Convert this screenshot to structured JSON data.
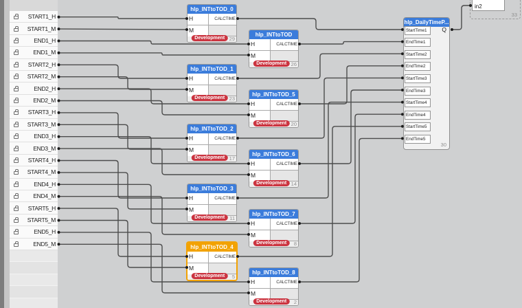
{
  "left_panel": {
    "rows": [
      "START1_H",
      "START1_M",
      "END1_H",
      "END1_M",
      "START2_H",
      "START2_M",
      "END2_H",
      "END2_M",
      "START3_H",
      "START3_M",
      "END3_H",
      "END3_M",
      "START4_H",
      "START4_M",
      "END4_H",
      "END4_M",
      "START5_H",
      "START5_M",
      "END5_H",
      "END5_M"
    ],
    "row_icon": "lock-icon"
  },
  "blocks": [
    {
      "title": "hlp_INTtoTOD_0",
      "input_h": "H",
      "input_m": "M",
      "output": "CALCTIME",
      "badge": "Development",
      "order": "29",
      "state": "normal"
    },
    {
      "title": "hlp_INTtoTOD",
      "input_h": "H",
      "input_m": "M",
      "output": "CALCTIME",
      "badge": "Development",
      "order": "26",
      "state": "normal"
    },
    {
      "title": "hlp_INTtoTOD_1",
      "input_h": "H",
      "input_m": "M",
      "output": "CALCTIME",
      "badge": "Development",
      "order": "23",
      "state": "normal"
    },
    {
      "title": "hlp_INTtoTOD_5",
      "input_h": "H",
      "input_m": "M",
      "output": "CALCTIME",
      "badge": "Development",
      "order": "20",
      "state": "normal"
    },
    {
      "title": "hlp_INTtoTOD_2",
      "input_h": "H",
      "input_m": "M",
      "output": "CALCTIME",
      "badge": "Development",
      "order": "17",
      "state": "normal"
    },
    {
      "title": "hlp_INTtoTOD_6",
      "input_h": "H",
      "input_m": "M",
      "output": "CALCTIME",
      "badge": "Development",
      "order": "14",
      "state": "normal"
    },
    {
      "title": "hlp_INTtoTOD_3",
      "input_h": "H",
      "input_m": "M",
      "output": "CALCTIME",
      "badge": "Development",
      "order": "11",
      "state": "normal"
    },
    {
      "title": "hlp_INTtoTOD_7",
      "input_h": "H",
      "input_m": "M",
      "output": "CALCTIME",
      "badge": "Development",
      "order": "8",
      "state": "normal"
    },
    {
      "title": "hlp_INTtoTOD_4",
      "input_h": "H",
      "input_m": "M",
      "output": "CALCTIME",
      "badge": "Development",
      "order": "5",
      "state": "selected"
    },
    {
      "title": "hlp_INTtoTOD_8",
      "input_h": "H",
      "input_m": "M",
      "output": "CALCTIME",
      "badge": "Development",
      "order": "2",
      "state": "normal"
    }
  ],
  "main_block": {
    "title": "hlp_DailyTimeP...",
    "inputs": [
      "StartTime1",
      "EndTime1",
      "StartTime2",
      "EndTime2",
      "StartTime3",
      "EndTime3",
      "StartTime4",
      "EndTime4",
      "StartTime5",
      "EndTime5"
    ],
    "output": "Q",
    "order": "30"
  },
  "in2_box": {
    "label": "in2",
    "order": "33"
  },
  "colors": {
    "header_blue": "#3b7cdb",
    "header_orange": "#f2a202",
    "badge_red": "#cb3440",
    "wire": "#4c4c4c",
    "canvas": "#cfd0d1"
  }
}
